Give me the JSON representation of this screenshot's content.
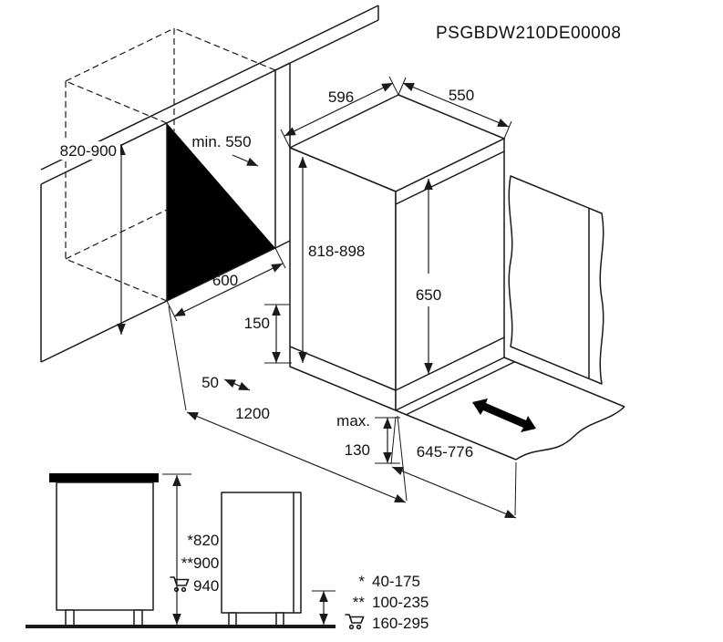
{
  "title": "PSGBDW210DE00008",
  "colors": {
    "ink": "#1a1a1a",
    "shadow_fill": "#000000",
    "background": "#ffffff"
  },
  "icons": {
    "cart": "shopping-cart"
  },
  "main_view": {
    "niche_height": "820-900",
    "niche_min_depth": "min. 550",
    "niche_width": "600",
    "appliance_width": "596",
    "appliance_depth": "550",
    "appliance_height": "818-898",
    "door_panel_height": "650",
    "plinth_height": "150",
    "plinth_setback": "50",
    "connection_length": "1200",
    "max_label": "max.",
    "max_value": "130",
    "open_door_reach": "645-776"
  },
  "side_view_left": {
    "rows": [
      {
        "prefix": "*",
        "value": "820"
      },
      {
        "prefix": "**",
        "value": "900"
      },
      {
        "prefix": "",
        "value": "940",
        "icon": "cart"
      }
    ]
  },
  "side_view_right": {
    "rows": [
      {
        "prefix": "*",
        "value": "40-175"
      },
      {
        "prefix": "**",
        "value": "100-235"
      },
      {
        "prefix": "",
        "value": "160-295",
        "icon": "cart"
      }
    ]
  }
}
